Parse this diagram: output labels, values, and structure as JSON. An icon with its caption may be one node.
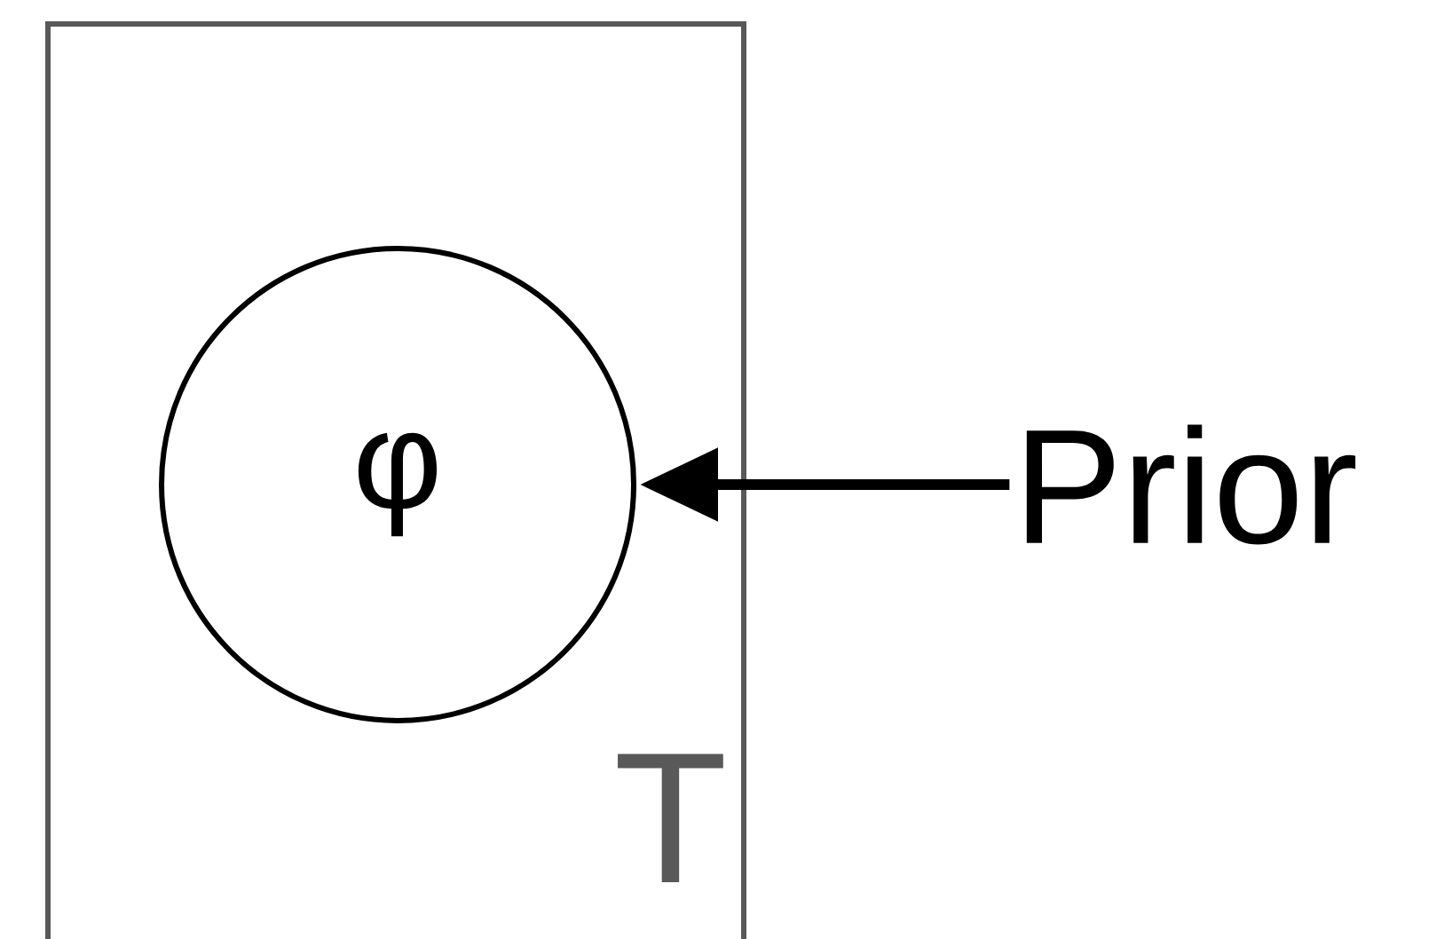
{
  "diagram": {
    "nodes": [
      {
        "text": [
          "T"
        ]
      },
      {
        "text": [
          "φ"
        ],
        "in": 0
      },
      {
        "text": [
          "Prior"
        ]
      }
    ],
    "edges": [
      {
        "from": 2,
        "to": 1,
        "arrow": "to"
      }
    ]
  }
}
